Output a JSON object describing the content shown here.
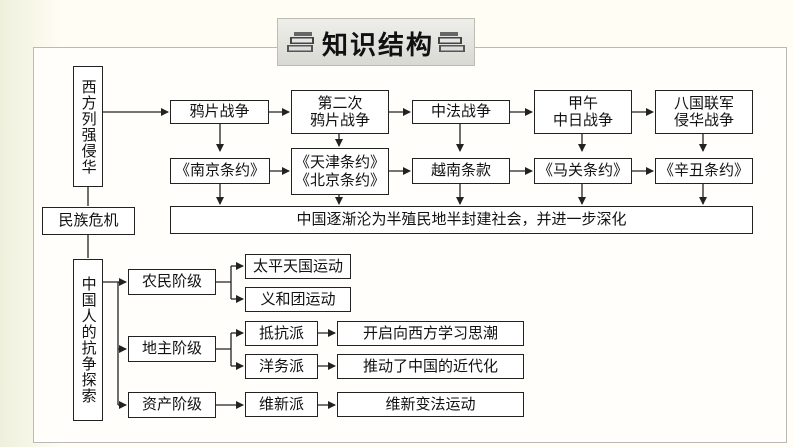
{
  "title": "知识结构",
  "nodes": {
    "west_invasion": "西方列强侵华",
    "national_crisis": "民族危机",
    "chinese_resistance": "中国人的抗争探索",
    "wars": [
      "鸦片战争",
      "第二次\n鸦片战争",
      "中法战争",
      "甲午\n中日战争",
      "八国联军\n侵华战争"
    ],
    "treaties": [
      "《南京条约》",
      "《天津条约》\n《北京条约》",
      "越南条款",
      "《马关条约》",
      "《辛丑条约》"
    ],
    "result": "中国逐渐沦为半殖民地半封建社会，并进一步深化",
    "classes": [
      "农民阶级",
      "地主阶级",
      "资产阶级"
    ],
    "peasant_movements": [
      "太平天国运动",
      "义和团运动"
    ],
    "landlord_factions": [
      "抵抗派",
      "洋务派"
    ],
    "landlord_effects": [
      "开启向西方学习思潮",
      "推动了中国的近代化"
    ],
    "bourgeois_faction": "维新派",
    "bourgeois_movement": "维新变法运动"
  }
}
